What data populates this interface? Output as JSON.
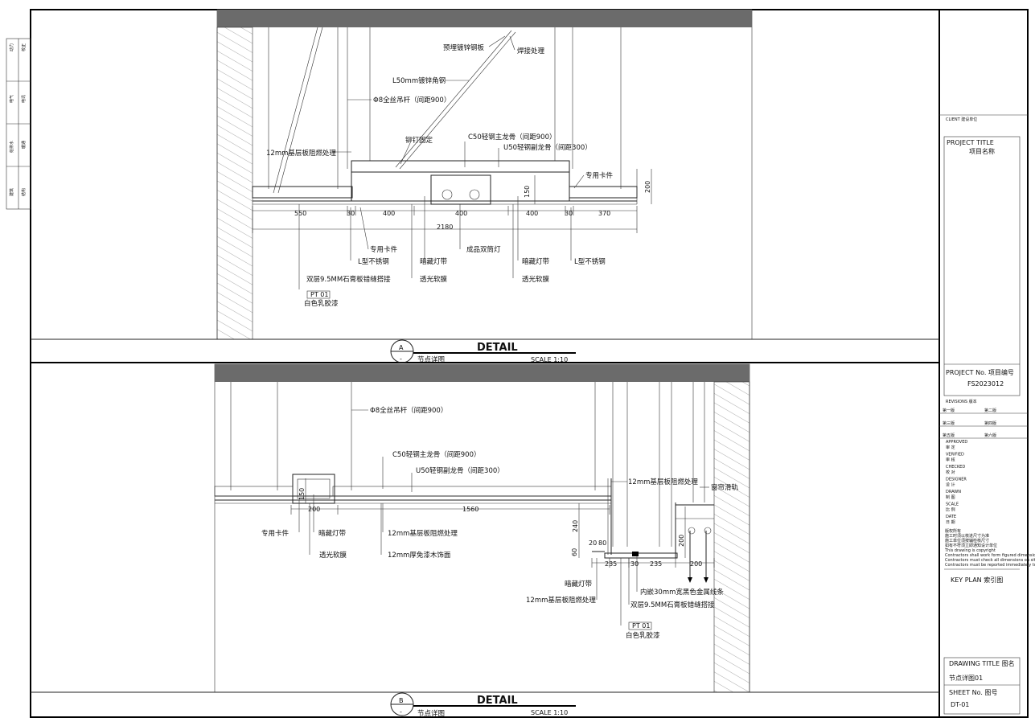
{
  "left_strip": [
    "动力",
    "校正",
    "电气",
    "电讯",
    "给排水",
    "暖通",
    "建筑",
    "结构"
  ],
  "detail_a": {
    "letter": "A",
    "title": "DETAIL",
    "subtitle": "节点详图",
    "scale": "SCALE 1:10",
    "annotations": {
      "steel_plate": "预埋镀锌钢板",
      "weld": "焊接处理",
      "angle_steel": "L50mm镀锌角钢",
      "rod": "Φ8全丝吊杆（间距900）",
      "rivet": "铆钉固定",
      "c50": "C50轻钢主龙骨（间距900）",
      "u50": "U50轻钢副龙骨（间距300）",
      "base_board": "12mm基层板阻燃处理",
      "clip_right": "专用卡件",
      "clip_left": "专用卡件",
      "ss_left": "L型不锈钢",
      "led_left": "暗藏灯带",
      "lamp": "成品双筒灯",
      "led_right": "暗藏灯带",
      "ss_right": "L型不锈钢",
      "film_left": "透光软膜",
      "film_right": "透光软膜",
      "gypsum": "双层9.5MM石膏板错缝搭接",
      "pt_tag": "PT  01",
      "paint": "白色乳胶漆"
    },
    "dims": {
      "d550": "550",
      "d30a": "30",
      "d400a": "400",
      "d400b": "400",
      "d400c": "400",
      "d30b": "30",
      "d370": "370",
      "total": "2180",
      "v150": "150",
      "v200": "200"
    }
  },
  "detail_b": {
    "letter": "B",
    "title": "DETAIL",
    "subtitle": "节点详图",
    "scale": "SCALE 1:10",
    "annotations": {
      "rod": "Φ8全丝吊杆（间距900）",
      "c50": "C50轻钢主龙骨（间距900）",
      "u50": "U50轻钢副龙骨（间距300）",
      "base_top": "12mm基层板阻燃处理",
      "curtain": "窗帘滑轨",
      "clip": "专用卡件",
      "led_left": "暗藏灯带",
      "base_mid": "12mm基层板阻燃处理",
      "film": "透光软膜",
      "wood": "12mm厚免漆木饰面",
      "led_bottom": "暗藏灯带",
      "metal_strip": "内嵌30mm宽黑色金属线条",
      "base_bottom": "12mm基层板阻燃处理",
      "gypsum": "双层9.5MM石膏板错缝搭接",
      "pt_tag": "PT  01",
      "paint": "白色乳胶漆"
    },
    "dims": {
      "v150": "150",
      "d200": "200",
      "d1560": "1560",
      "v240": "240",
      "d20": "20",
      "d80": "80",
      "v60": "60",
      "d235a": "235",
      "d30": "30",
      "d235b": "235",
      "v200": "200",
      "d200b": "200"
    }
  },
  "title_block": {
    "client": "CLIENT  建设单位",
    "project_title_label": "PROJECT TITLE",
    "project_title_cn": "项目名称",
    "project_no_label": "PROJECT No. 项目编号",
    "project_no": "FS2023012",
    "revisions": "REVISIONS  版本",
    "rev": [
      "第一版",
      "第二版",
      "第三版",
      "第四版",
      "第五版",
      "第六版"
    ],
    "roles": [
      {
        "en": "APPROVED",
        "cn": "审  定"
      },
      {
        "en": "VERIFIED",
        "cn": "审  核"
      },
      {
        "en": "CHECKED",
        "cn": "校  对"
      },
      {
        "en": "DESIGNER",
        "cn": "设  计"
      },
      {
        "en": "DRAWN",
        "cn": "制  图"
      },
      {
        "en": "SCALE",
        "cn": "比  例"
      },
      {
        "en": "DATE",
        "cn": "日  期"
      }
    ],
    "notes": [
      "版权所有",
      "施工时须以核进尺寸为准",
      "施工单位须按辅检核尺寸",
      "如有不符须立即通知设计单位",
      "This drawing is copyright",
      "Contractors shall work form figured dimensions only",
      "Contractors must check all dimensions on site",
      "Contractors must be reported immediately to architects"
    ],
    "key_plan": "KEY  PLAN  索引图",
    "drawing_title_label": "DRAWING TITLE 图名",
    "drawing_title": "节点详图01",
    "sheet_no_label": "SHEET No.  图号",
    "sheet_no": "DT-01"
  }
}
